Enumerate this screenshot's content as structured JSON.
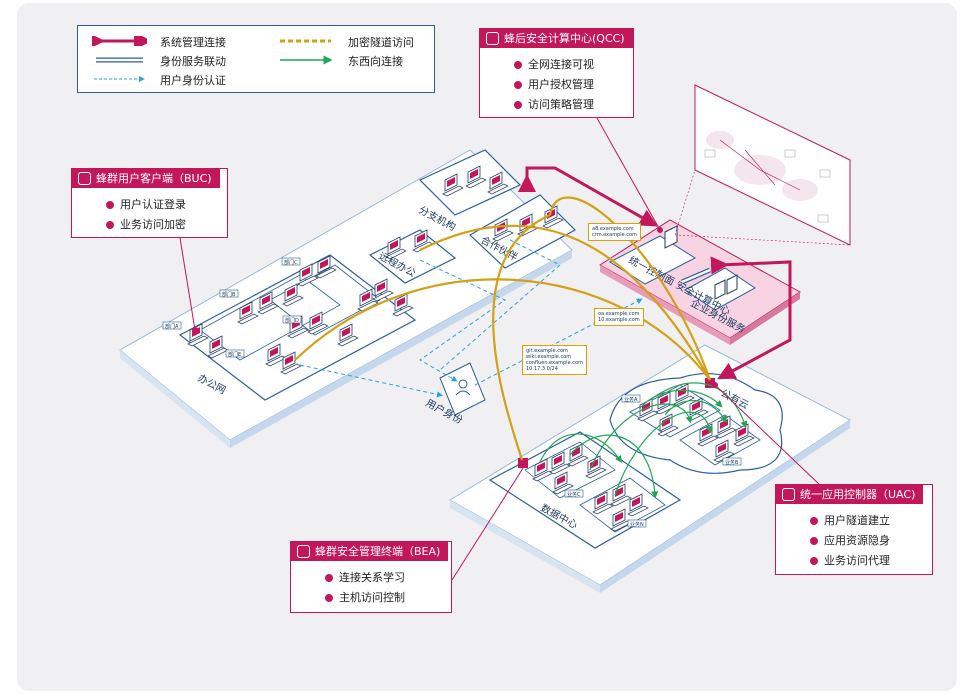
{
  "legend": {
    "items": [
      {
        "label": "系统管理连接",
        "color": "#c2185b"
      },
      {
        "label": "加密隧道访问",
        "color": "#d4a017"
      },
      {
        "label": "身份服务联动",
        "color": "#2a5fa0"
      },
      {
        "label": "东西向连接",
        "color": "#1fa84f"
      },
      {
        "label": "用户身份认证",
        "color": "#2aa3d8"
      }
    ]
  },
  "boxes": {
    "qcc": {
      "title": "蜂后安全计算中心(QCC)",
      "items": [
        "全网连接可视",
        "用户授权管理",
        "访问策略管理"
      ]
    },
    "buc": {
      "title": "蜂群用户客户端（BUC)",
      "items": [
        "用户认证登录",
        "业务访问加密"
      ]
    },
    "bea": {
      "title": "蜂群安全管理终端（BEA)",
      "items": [
        "连接关系学习",
        "主机访问控制"
      ]
    },
    "uac": {
      "title": "统一应用控制器（UAC)",
      "items": [
        "用户隧道建立",
        "应用资源隐身",
        "业务访问代理"
      ]
    }
  },
  "zones": {
    "office": "办公网",
    "branch": "分支机构",
    "remote": "远程办公",
    "partner": "合作伙伴",
    "user_identity": "用户身份",
    "qcc_node": "统一控制面\n安全计算中心",
    "identity_service": "企业身份服务",
    "public_cloud": "公有云",
    "datacenter": "数据中心"
  },
  "tags": {
    "departments": [
      "部门A",
      "部门B",
      "部门C",
      "部门D",
      "部门E"
    ],
    "cloud_services": [
      "业务A",
      "业务B"
    ],
    "dc_services": [
      "业务C",
      "业务N"
    ]
  },
  "domains": {
    "d1": [
      "a8.example.com",
      "crm.example.com"
    ],
    "d2": [
      "oa.example.com",
      "10.example.com"
    ],
    "d3": [
      "git.example.com",
      "wiki.example.com",
      "confluen.example.com",
      "10.17.3.0/24"
    ]
  },
  "colors": {
    "accent": "#c2185b",
    "blue": "#2a5fa0",
    "gold": "#d4a017",
    "green": "#1fa84f",
    "cyan": "#2aa3d8"
  }
}
